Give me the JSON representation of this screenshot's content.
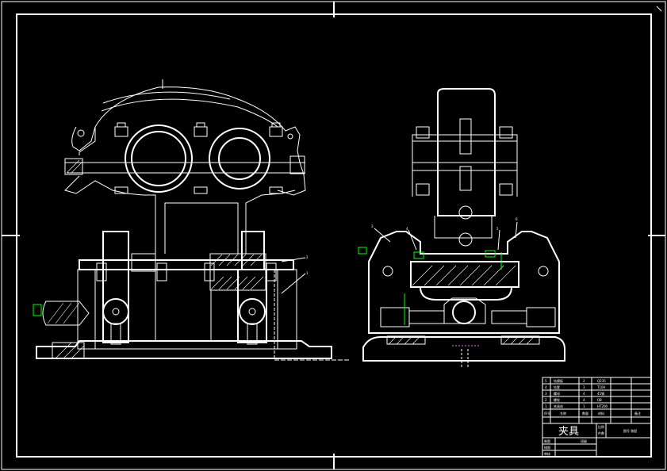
{
  "drawing": {
    "background": "#000000",
    "line_color": "#ffffff",
    "highlight_color": "#00ff00",
    "callouts": {
      "front_view": [
        "2",
        "1"
      ],
      "side_view": [
        "3",
        "4",
        "5",
        "6"
      ]
    },
    "title_block": {
      "title": "夹具",
      "parts_list": [
        {
          "no": "5",
          "name": "钻模板",
          "qty": "2",
          "material": "Q235"
        },
        {
          "no": "4",
          "name": "钻套",
          "qty": "3",
          "material": "T10A"
        },
        {
          "no": "3",
          "name": "螺母",
          "qty": "4",
          "material": "45钢"
        },
        {
          "no": "2",
          "name": "螺栓",
          "qty": "4",
          "material": "Q8"
        },
        {
          "no": "1",
          "name": "夹具体",
          "qty": "1",
          "material": "HT200"
        }
      ],
      "header": [
        "序号",
        "名称",
        "数量",
        "材料",
        "备注"
      ],
      "scale_label": "比例",
      "qty_label": "件数",
      "drawing_no": "图号 装配",
      "rows_left": [
        "制图",
        "描图",
        "审核"
      ],
      "dept": "班级"
    }
  }
}
